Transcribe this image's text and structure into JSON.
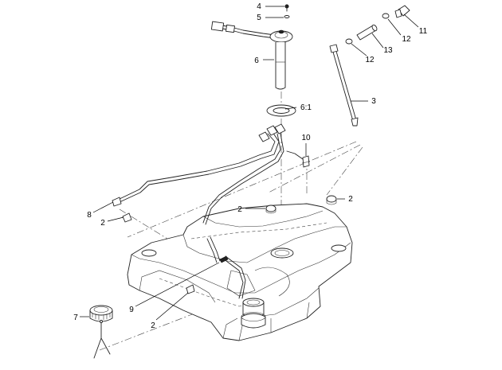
{
  "callouts": [
    {
      "id": "c4",
      "text": "4"
    },
    {
      "id": "c5",
      "text": "5"
    },
    {
      "id": "c6",
      "text": "6"
    },
    {
      "id": "c6-1",
      "text": "6:1"
    },
    {
      "id": "c3",
      "text": "3"
    },
    {
      "id": "c10",
      "text": "10"
    },
    {
      "id": "c11",
      "text": "11"
    },
    {
      "id": "c12a",
      "text": "12"
    },
    {
      "id": "c12b",
      "text": "12"
    },
    {
      "id": "c13",
      "text": "13"
    },
    {
      "id": "c8",
      "text": "8"
    },
    {
      "id": "c2-left",
      "text": "2"
    },
    {
      "id": "c2-mid",
      "text": "2"
    },
    {
      "id": "c2-right",
      "text": "2"
    },
    {
      "id": "c2-bottom",
      "text": "2"
    },
    {
      "id": "c9",
      "text": "9"
    },
    {
      "id": "c7",
      "text": "7"
    }
  ]
}
